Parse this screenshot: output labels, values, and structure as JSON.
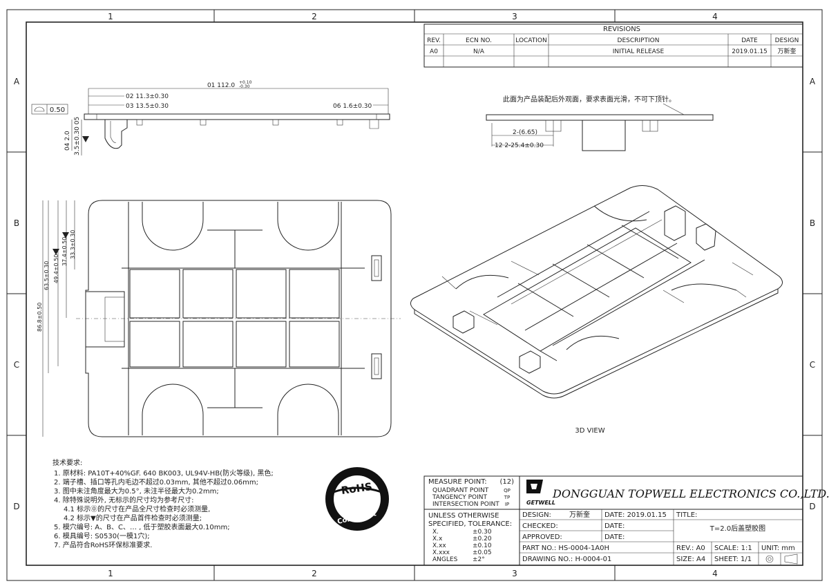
{
  "grid": {
    "columns": [
      "1",
      "2",
      "3",
      "4"
    ],
    "rows": [
      "A",
      "B",
      "C",
      "D"
    ]
  },
  "revisions": {
    "title": "REVISIONS",
    "headers": [
      "REV.",
      "ECN NO.",
      "LOCATION",
      "DESCRIPTION",
      "DATE",
      "DESIGN"
    ],
    "row": [
      "A0",
      "N/A",
      "",
      "INITIAL RELEASE",
      "2019.01.15",
      "万新奎"
    ]
  },
  "dimensions": {
    "d01": "112.0",
    "d01_tol_upper": "+0.10",
    "d01_tol_lower": "-0.30",
    "d02": "11.3±0.30",
    "d03": "13.5±0.30",
    "d06": "1.6±0.30",
    "d04": "2.0",
    "d05": "3.5±0.30",
    "flatness": "0.50",
    "d12_a": "2-(6.65)",
    "d12_b": "2-25.4±0.30",
    "v1": "86.8±0.50",
    "v2": "63.5±0.30",
    "v3": "49.4±0.50",
    "v4": "37.4±0.50",
    "v5": "33.3±0.30",
    "n01": "01",
    "n02": "02",
    "n03": "03",
    "n04": "04",
    "n05": "05",
    "n06": "06",
    "n12": "12"
  },
  "side_note": "此面为产品装配后外观面，要求表面光滑，不可下顶针。",
  "view_label": "3D VIEW",
  "tech": {
    "title": "技术要求:",
    "items": [
      "1. 原材料: PA10T+40%GF. 640 BK003, UL94V-HB(防火等级), 黑色;",
      "2. 端子槽、插口等孔内毛边不超过0.03mm, 其他不超过0.06mm;",
      "3. 图中未注角度最大为0.5°, 未注半径最大为0.2mm;",
      "4. 除特殊说明外, 无标示的尺寸均为参考尺寸:",
      "4.1 标示⓪的尺寸在产品全尺寸检查时必须测量,",
      "4.2 标示▼的尺寸在产品首件检查时必须测量;",
      "5. 模穴编号: A、B、C、… , 低于塑胶表面最大0.10mm;",
      "6. 模具编号: S0530(一模1穴);",
      "7. 产品符合RoHS环保标准要求."
    ]
  },
  "rohs": {
    "top": "RoHS",
    "bottom": "Compliant"
  },
  "measure": {
    "title": "MEASURE POINT:",
    "count": "(12)",
    "rows": [
      [
        "QUADRANT POINT",
        "QP"
      ],
      [
        "TANGENCY POINT",
        "TP"
      ],
      [
        "INTERSECTION POINT",
        "IP"
      ]
    ]
  },
  "tolerance": {
    "title1": "UNLESS OTHERWISE",
    "title2": "SPECIFIED, TOLERANCE:",
    "rows": [
      [
        "X.",
        "±0.30"
      ],
      [
        "X.x",
        "±0.20"
      ],
      [
        "X.xx",
        "±0.10"
      ],
      [
        "X.xxx",
        "±0.05"
      ],
      [
        "ANGLES",
        "±2°"
      ]
    ]
  },
  "company": {
    "logo_text": "GETWELL",
    "name": "DONGGUAN TOPWELL ELECTRONICS CO.,LTD."
  },
  "title_block": {
    "design_label": "DESIGN:",
    "design_value": "万新奎",
    "date1": "DATE: 2019.01.15",
    "checked": "CHECKED:",
    "date2": "DATE:",
    "approved": "APPROVED:",
    "date3": "DATE:",
    "title_label": "TITLE:",
    "title_value": "T=2.0后盖塑胶图",
    "part_no": "PART NO.: HS-0004-1A0H",
    "rev": "REV.: A0",
    "scale": "SCALE: 1:1",
    "unit": "UNIT: mm",
    "drawing_no": "DRAWING NO.: H-0004-01",
    "size": "SIZE: A4",
    "sheet": "SHEET: 1/1"
  }
}
